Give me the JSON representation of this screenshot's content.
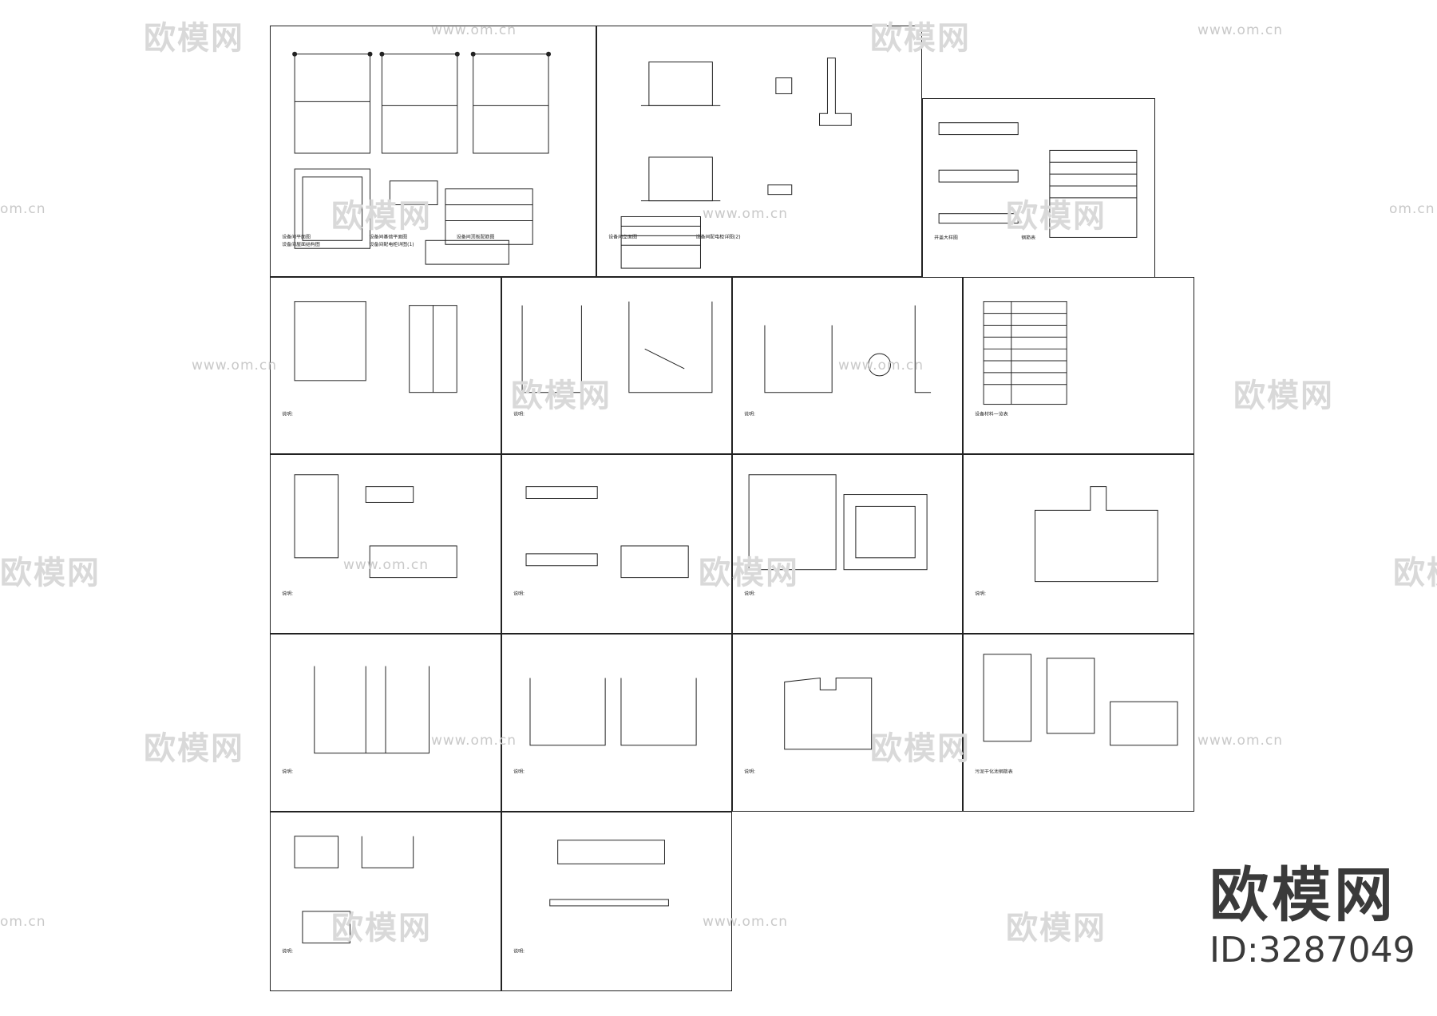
{
  "brand": {
    "name": "欧模网",
    "id_label": "ID:3287049"
  },
  "watermark": {
    "text": "欧模网",
    "url": "www.om.cn",
    "url_short": "om.cn"
  },
  "sheets": [
    {
      "key": "A1",
      "kind": "plan",
      "captions": [
        "设备间平面图",
        "设备间基础平面图",
        "设备间顶板配筋图",
        "设备间屋面结构图",
        "设备间配电柜详图(1)"
      ]
    },
    {
      "key": "A2",
      "kind": "elev",
      "captions": [
        "设备间立面图",
        "设备间配电柜详图(2)"
      ]
    },
    {
      "key": "A3",
      "kind": "detail",
      "captions": [
        "井盖大样图",
        "钢筋表"
      ]
    },
    {
      "key": "B1",
      "kind": "section",
      "captions": [
        "说明:"
      ]
    },
    {
      "key": "B2",
      "kind": "section",
      "captions": [
        "说明:"
      ]
    },
    {
      "key": "B3",
      "kind": "section",
      "captions": [
        "说明:"
      ]
    },
    {
      "key": "B4",
      "kind": "table",
      "captions": [
        "设备材料一览表"
      ]
    },
    {
      "key": "C1",
      "kind": "section",
      "captions": [
        "说明:"
      ]
    },
    {
      "key": "C2",
      "kind": "section",
      "captions": [
        "说明:"
      ]
    },
    {
      "key": "C3",
      "kind": "plan",
      "captions": [
        "说明:"
      ]
    },
    {
      "key": "C4",
      "kind": "plan",
      "captions": [
        "说明:"
      ]
    },
    {
      "key": "D1",
      "kind": "plan",
      "captions": [
        "说明:"
      ]
    },
    {
      "key": "D2",
      "kind": "plan",
      "captions": [
        "说明:"
      ]
    },
    {
      "key": "D3",
      "kind": "plan",
      "captions": [
        "说明:"
      ]
    },
    {
      "key": "D4",
      "kind": "detail",
      "captions": [
        "污泥干化池钢筋表"
      ]
    },
    {
      "key": "E1",
      "kind": "detail",
      "captions": [
        "说明:"
      ]
    },
    {
      "key": "E2",
      "kind": "detail",
      "captions": [
        "说明:"
      ]
    }
  ]
}
